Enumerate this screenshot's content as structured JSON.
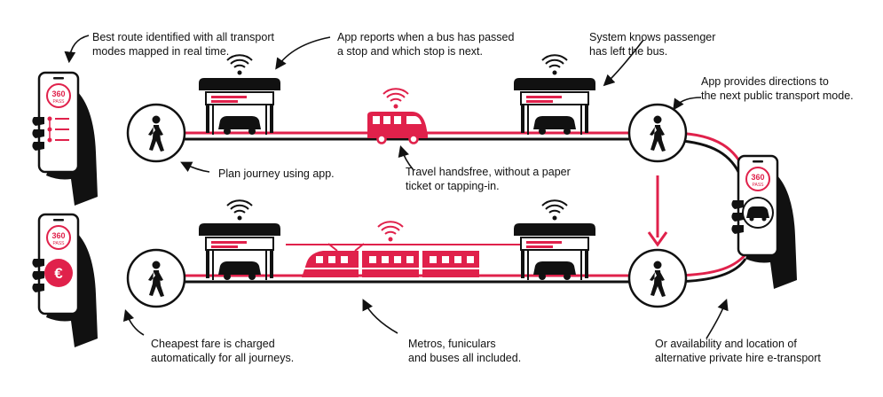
{
  "colors": {
    "accent": "#e0214b",
    "ink": "#111111",
    "background": "#ffffff"
  },
  "icons": [
    "phone-in-hand-icon",
    "walking-person-icon",
    "bus-stop-shelter-icon",
    "wifi-signal-icon",
    "bus-icon",
    "train-icon",
    "car-icon",
    "euro-icon",
    "down-arrow-icon"
  ],
  "phones": {
    "top_left": {
      "logo_number": "360",
      "logo_word": "PASS"
    },
    "right": {
      "logo_number": "360",
      "logo_word": "PASS"
    },
    "bottom_left": {
      "logo_number": "360",
      "logo_word": "PASS",
      "symbol": "€"
    }
  },
  "captions": {
    "best_route": "Best route identified with all transport\nmodes mapped in real time.",
    "bus_passed": "App reports when a bus has passed\na stop and which stop is next.",
    "left_bus": "System knows passenger\nhas left the bus.",
    "directions": "App provides directions to\nthe next public transport mode.",
    "plan": "Plan journey using app.",
    "handsfree": "Travel handsfree, without a paper\nticket or tapping-in.",
    "cheapest": "Cheapest fare is charged\nautomatically for all journeys.",
    "metros": "Metros, funiculars\nand buses all included.",
    "alternative": "Or availability and location of\nalternative private hire e-transport"
  }
}
